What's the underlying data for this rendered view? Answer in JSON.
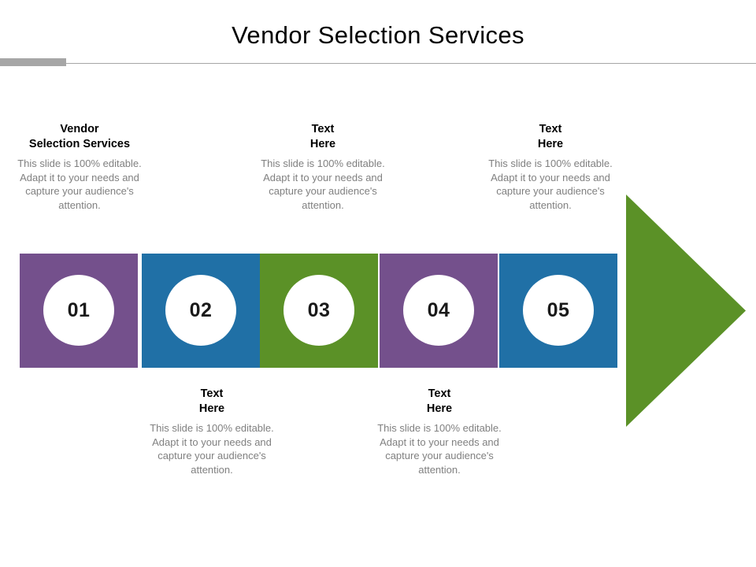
{
  "slide": {
    "title": "Vendor Selection Services",
    "background_color": "#ffffff",
    "rule_color": "#a6a6a6"
  },
  "palette": {
    "purple": "#74508c",
    "blue": "#2070a6",
    "green": "#5b9127",
    "circle": "#ffffff",
    "body_text": "#808080",
    "heading_text": "#000000"
  },
  "body_text": "This slide is 100% editable. Adapt it to your needs and capture your audience's attention.",
  "steps": [
    {
      "number": "01",
      "color": "#74508c",
      "color_name": "purple"
    },
    {
      "number": "02",
      "color": "#2070a6",
      "color_name": "blue"
    },
    {
      "number": "03",
      "color": "#5b9127",
      "color_name": "green"
    },
    {
      "number": "04",
      "color": "#74508c",
      "color_name": "purple"
    },
    {
      "number": "05",
      "color": "#2070a6",
      "color_name": "blue"
    }
  ],
  "top_blocks": [
    {
      "heading": "Vendor\nSelection Services",
      "body": "This slide is 100% editable. Adapt it to your needs and capture your audience's attention."
    },
    {
      "heading": "Text\nHere",
      "body": "This slide is 100% editable. Adapt it to your needs and capture your audience's attention."
    },
    {
      "heading": "Text\nHere",
      "body": "This slide is 100% editable. Adapt it to your needs and capture your audience's attention."
    }
  ],
  "bottom_blocks": [
    {
      "heading": "Text\nHere",
      "body": "This slide is 100% editable. Adapt it to your needs and capture your audience's attention."
    },
    {
      "heading": "Text\nHere",
      "body": "This slide is 100% editable. Adapt it to your needs and capture your audience's attention."
    }
  ],
  "arrow": {
    "name": "right-arrow",
    "color": "#5b9127"
  }
}
